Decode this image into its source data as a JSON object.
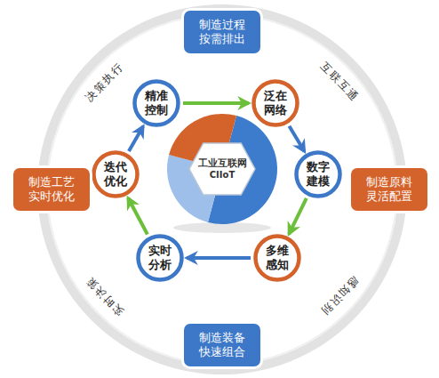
{
  "diagram": {
    "nodes": [
      {
        "text": [
          "制造过程按需排出"
        ]
      },
      {
        "text": [
          "精准控制"
        ]
      },
      {
        "text": [
          "泛在网络"
        ]
      },
      {
        "text": [
          "迭代优化"
        ]
      },
      {
        "text": [
          "工业互联网",
          "CIIoT"
        ]
      },
      {
        "text": [
          "数字建模"
        ]
      },
      {
        "text": [
          "制造工艺实时优化"
        ]
      },
      {
        "text": [
          "制造原料灵活配置"
        ]
      },
      {
        "text": [
          "实时分析"
        ]
      },
      {
        "text": [
          "多维感知"
        ]
      },
      {
        "text": [
          "制造装备快速组合"
        ]
      }
    ],
    "edges": [
      {
        "from": 1,
        "to": 2,
        "arrow": "to"
      },
      {
        "from": 2,
        "to": 5,
        "arrow": "to"
      },
      {
        "from": 5,
        "to": 9,
        "arrow": "to"
      },
      {
        "from": 9,
        "to": 8,
        "arrow": "to"
      },
      {
        "from": 8,
        "to": 3,
        "arrow": "to"
      },
      {
        "from": 3,
        "to": 1,
        "arrow": "to"
      }
    ],
    "labels": [
      "决策执行",
      "互联互通",
      "实时决策",
      "感知识别"
    ]
  }
}
